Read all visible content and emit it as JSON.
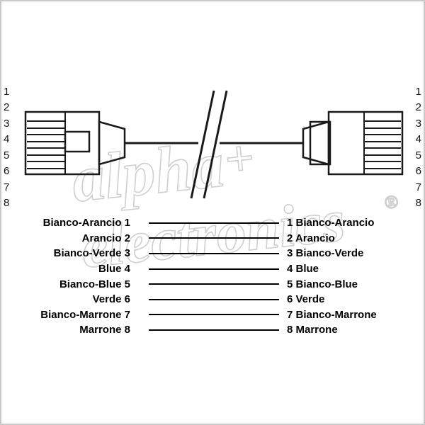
{
  "pins": [
    "1",
    "2",
    "3",
    "4",
    "5",
    "6",
    "7",
    "8"
  ],
  "wiring_rows": [
    {
      "left": "Bianco-Arancio 1",
      "right": "1 Bianco-Arancio"
    },
    {
      "left": "Arancio 2",
      "right": "2 Arancio"
    },
    {
      "left": "Bianco-Verde 3",
      "right": "3 Bianco-Verde"
    },
    {
      "left": "Blue 4",
      "right": "4 Blue"
    },
    {
      "left": "Bianco-Blue 5",
      "right": "5 Bianco-Blue"
    },
    {
      "left": "Verde 6",
      "right": "6 Verde"
    },
    {
      "left": "Bianco-Marrone 7",
      "right": "7 Bianco-Marrone"
    },
    {
      "left": "Marrone 8",
      "right": "8 Marrone"
    }
  ],
  "watermark": {
    "line1": "alpha",
    "plus": "+",
    "line2": "electronics",
    "registered": "®"
  },
  "colors": {
    "line": "#000000",
    "outline": "#1a1a1a",
    "watermark": "#cfcfcf",
    "border": "#c9c9c9",
    "background": "#ffffff"
  }
}
